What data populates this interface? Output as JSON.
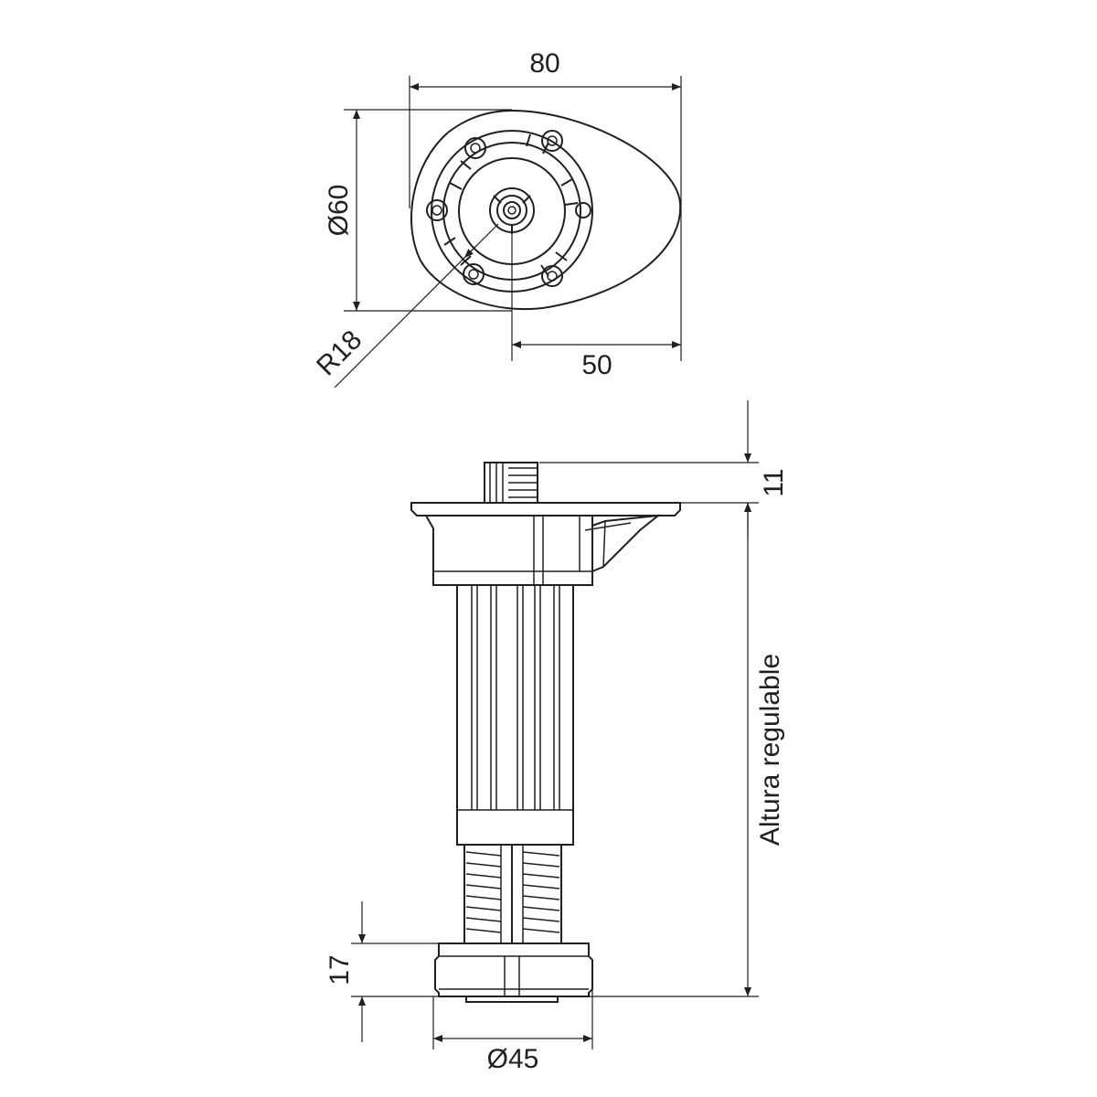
{
  "drawing": {
    "top_view": {
      "width_label": "80",
      "diameter_label": "Ø60",
      "radius_label": "R18",
      "offset_label": "50"
    },
    "side_view": {
      "thread_label": "11",
      "height_label": "Altura regulable",
      "base_height_label": "17",
      "base_diameter_label": "Ø45"
    }
  }
}
